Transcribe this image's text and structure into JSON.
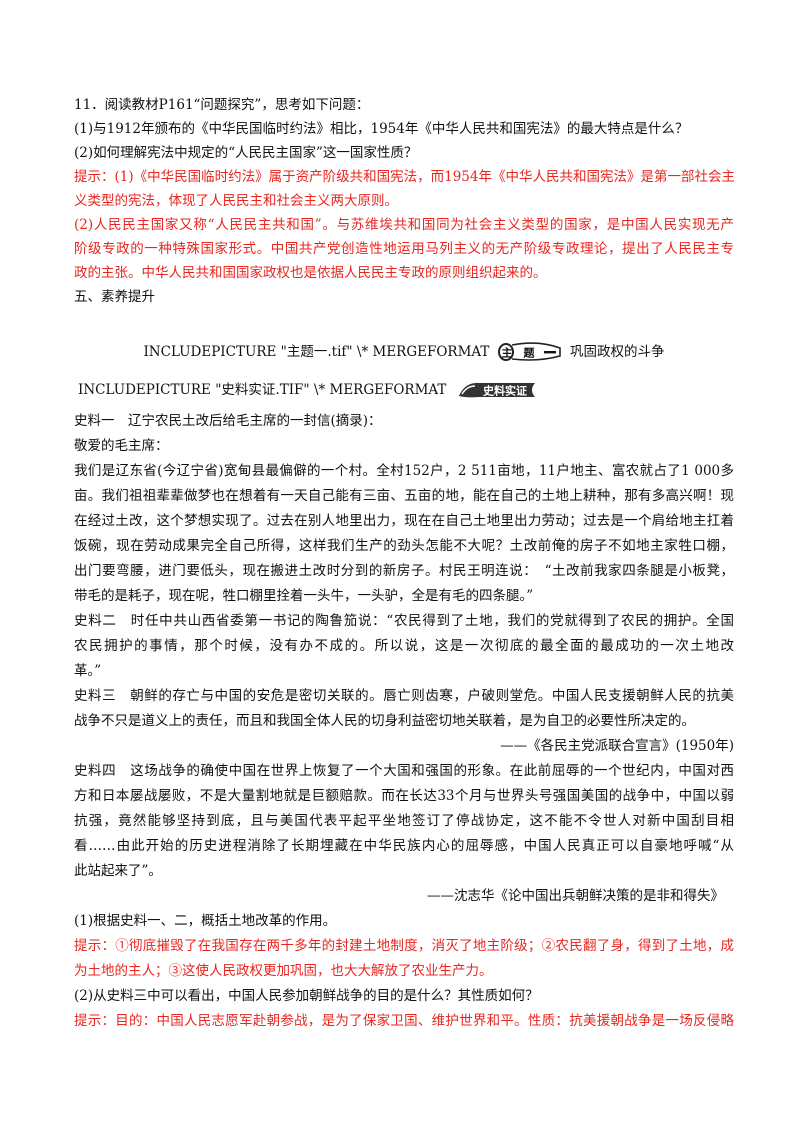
{
  "q11": {
    "title": "11．阅读教材P161“问题探究”，思考如下问题：",
    "q1": "(1)与1912年颁布的《中华民国临时约法》相比，1954年《中华人民共和国宪法》的最大特点是什么？",
    "q2": "(2)如何理解宪法中规定的“人民民主国家”这一国家性质？",
    "hint1": [
      "提示：(1)《中华民国临时约法》属于资产阶级共和国宪法，而1954年《中华人民共和国宪法》是第一部社会主",
      "义类型的宪法，体现了人民民主和社会主义两大原则。"
    ],
    "hint2": [
      "(2)人民民主国家又称“人民民主共和国”。与苏维埃共和国同为社会主义类型的国家，是中国人民实现无产",
      "阶级专政的一种特殊国家形式。中国共产党创造性地运用马列主义的无产阶级专政理论，提出了人民民主专",
      "政的主张。中华人民共和国国家政权也是依据人民民主专政的原则组织起来的。"
    ]
  },
  "section_five": "五、素养提升",
  "theme_line": {
    "field_code": "INCLUDEPICTURE \"主题一.tif\" \\* MERGEFORMAT",
    "badge_text": "主题一",
    "title": "巩固政权的斗争"
  },
  "source_line": {
    "field_code": "INCLUDEPICTURE \"史料实证.TIF\" \\* MERGEFORMAT",
    "badge_text": "史料实证"
  },
  "material1": [
    "史料一　辽宁农民土改后给毛主席的一封信(摘录)：",
    "敬爱的毛主席：",
    "我们是辽东省(今辽宁省)宽甸县最偏僻的一个村。全村152户，2 511亩地，11户地主、富农就占了1 000多",
    "亩。我们祖祖辈辈做梦也在想着有一天自己能有三亩、五亩的地，能在自己的土地上耕种，那有多高兴啊！现",
    "在经过土改，这个梦想实现了。过去在别人地里出力，现在在自己土地里出力劳动；过去是一个肩给地主扛着",
    "饭碗，现在劳动成果完全自己所得，这样我们生产的劲头怎能不大呢？土改前俺的房子不如地主家牲口棚，",
    "出门要弯腰，进门要低头，现在搬进土改时分到的新房子。村民王明连说：　“土改前我家四条腿是小板凳，",
    "带毛的是耗子，现在呢，牲口棚里拴着一头牛，一头驴，全是有毛的四条腿。”"
  ],
  "material2": [
    "史料二　时任中共山西省委第一书记的陶鲁笳说：“农民得到了土地，我们的党就得到了农民的拥护。全国",
    "农民拥护的事情，那个时候，没有办不成的。所以说，这是一次彻底的最全面的最成功的一次土地改",
    "革。”"
  ],
  "material3": [
    "史料三　朝鲜的存亡与中国的安危是密切关联的。唇亡则齿寒，户破则堂危。中国人民支援朝鲜人民的抗美",
    "战争不只是道义上的责任，而且和我国全体人民的切身利益密切地关联着，是为自卫的必要性所决定的。"
  ],
  "material3_source": "——《各民主党派联合宣言》(1950年)",
  "material4": [
    "史料四　这场战争的确使中国在世界上恢复了一个大国和强国的形象。在此前屈辱的一个世纪内，中国对西",
    "方和日本屡战屡败，不是大量割地就是巨额赔款。而在长达33个月与世界头号强国美国的战争中，中国以弱",
    "抗强，竟然能够坚持到底，且与美国代表平起平坐地签订了停战协定，这不能不令世人对新中国刮目相",
    "看……由此开始的历史进程消除了长期埋藏在中华民族内心的屈辱感，中国人民真正可以自豪地呼喊“从",
    "此站起来了”。"
  ],
  "material4_source": "——沈志华《论中国出兵朝鲜决策的是非和得失》",
  "q_land": "(1)根据史料一、二，概括土地改革的作用。",
  "hint_land": [
    "提示：①彻底摧毁了在我国存在两千多年的封建土地制度，消灭了地主阶级；②农民翻了身，得到了土地，成",
    "为土地的主人；③这使人民政权更加巩固，也大大解放了农业生产力。"
  ],
  "q_war": "(2)从史料三中可以看出，中国人民参加朝鲜战争的目的是什么？其性质如何？",
  "hint_war": "提示：目的：中国人民志愿军赴朝参战，是为了保家卫国、维护世界和平。性质：抗美援朝战争是一场反侵略",
  "colors": {
    "hint": "#e8251f",
    "text": "#111111"
  }
}
